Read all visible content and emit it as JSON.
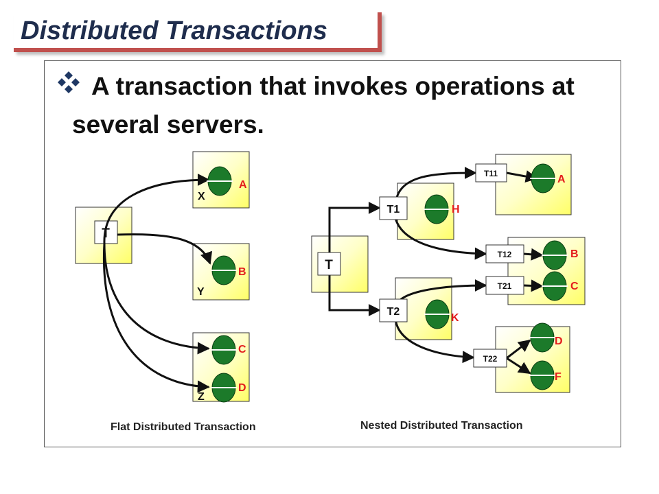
{
  "title": "Distributed Transactions",
  "headline": "A transaction that invokes operations at several servers.",
  "colors": {
    "title_accent": "#c0504d",
    "title_text": "#1f2d4d",
    "bullet": "#1f3864",
    "server_fill": "#ffff66",
    "object_green": "#1c7a2a",
    "object_label": "#e31b1b"
  },
  "flat": {
    "client": "T",
    "servers": {
      "x": "X",
      "y": "Y",
      "z": "Z"
    },
    "objects": {
      "a": "A",
      "b": "B",
      "c": "C",
      "d": "D"
    },
    "caption": "Flat Distributed Transaction"
  },
  "nested": {
    "client": "T",
    "sub": {
      "t1": "T1",
      "t2": "T2",
      "t11": "T11",
      "t12": "T12",
      "t21": "T21",
      "t22": "T22"
    },
    "objects": {
      "h": "H",
      "k": "K",
      "a": "A",
      "b": "B",
      "c": "C",
      "d": "D",
      "f": "F"
    },
    "caption": "Nested Distributed Transaction"
  }
}
